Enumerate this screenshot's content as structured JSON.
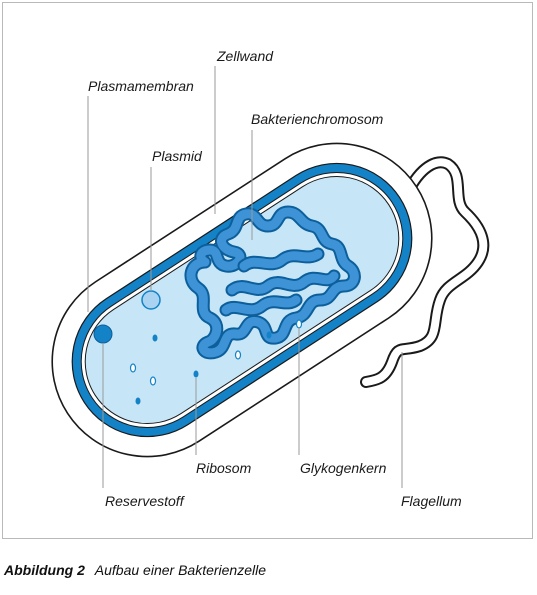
{
  "labels": {
    "zellwand": "Zellwand",
    "plasmamembran": "Plasmamembran",
    "bakterienchromosom": "Bakterienchromosom",
    "plasmid": "Plasmid",
    "ribosom": "Ribosom",
    "glykogenkern": "Glykogenkern",
    "reservestoff": "Reservestoff",
    "flagellum": "Flagellum"
  },
  "caption": {
    "label": "Abbildung 2",
    "text": "Aufbau einer Bakterienzelle"
  },
  "colors": {
    "cytoplasm": "#c6e6f7",
    "membrane_blue": "#1382c6",
    "chromosome_fill": "#3d93d6",
    "chromosome_outline": "#0c5f9b",
    "plasmid_fill": "#a9d3f0",
    "outline": "#1a1a1a"
  }
}
